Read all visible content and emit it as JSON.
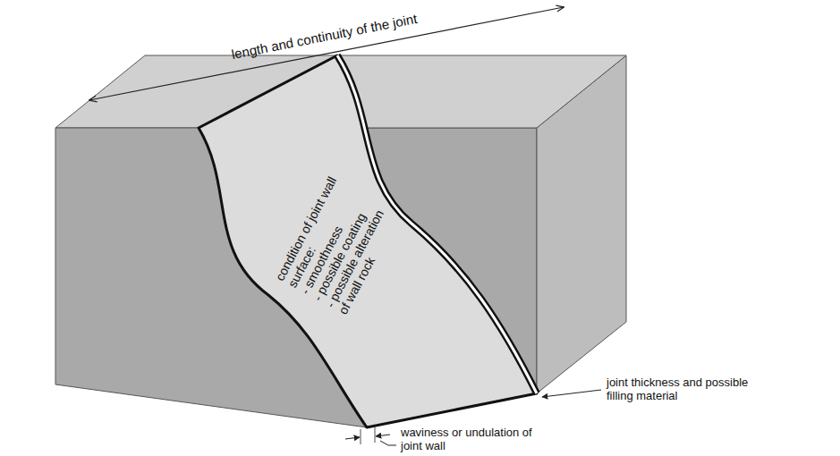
{
  "diagram": {
    "nodes": [
      {
        "text": [
          "condition of joint wall surface:",
          "- smoothness",
          "- possible coating",
          "- possible alteration of wall rock"
        ]
      }
    ],
    "labels": [
      "length and continuity of the joint",
      "joint thickness and possible filling material",
      "waviness or undulation of joint wall"
    ]
  }
}
